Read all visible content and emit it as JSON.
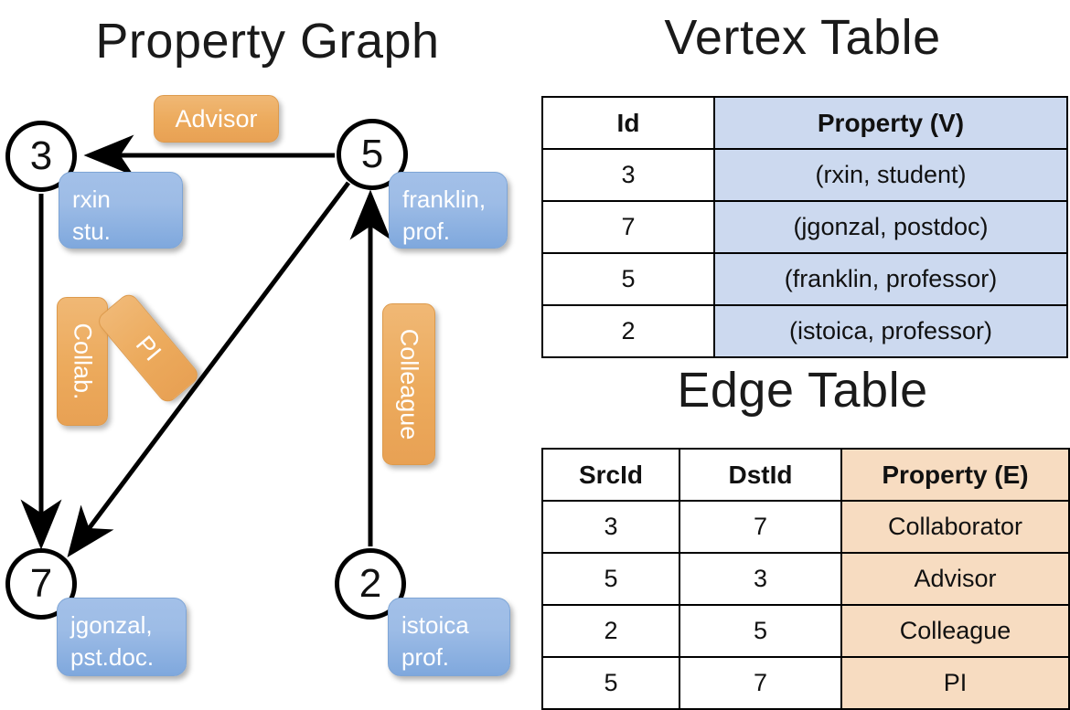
{
  "titles": {
    "property_graph": "Property Graph",
    "vertex_table": "Vertex Table",
    "edge_table": "Edge Table"
  },
  "graph": {
    "nodes": [
      {
        "id": "3",
        "property": "rxin\nstu."
      },
      {
        "id": "5",
        "property": "franklin,\nprof."
      },
      {
        "id": "7",
        "property": "jgonzal,\npst.doc."
      },
      {
        "id": "2",
        "property": "istoica\nprof."
      }
    ],
    "node_labels": {
      "n3": "3",
      "n5": "5",
      "n7": "7",
      "n2": "2"
    },
    "property_boxes": {
      "rxin_line1": "rxin",
      "rxin_line2": "stu.",
      "franklin_line1": "franklin,",
      "franklin_line2": "prof.",
      "jgonzal_line1": "jgonzal,",
      "jgonzal_line2": "pst.doc.",
      "istoica_line1": "istoica",
      "istoica_line2": "prof."
    },
    "edge_chips": {
      "advisor": "Advisor",
      "collab": "Collab.",
      "colleague": "Colleague",
      "pi": "PI"
    },
    "edges": [
      {
        "from": "5",
        "to": "3",
        "label": "Advisor"
      },
      {
        "from": "3",
        "to": "7",
        "label": "Collab."
      },
      {
        "from": "5",
        "to": "7",
        "label": "PI"
      },
      {
        "from": "2",
        "to": "5",
        "label": "Colleague"
      }
    ]
  },
  "vertex_table": {
    "headers": [
      "Id",
      "Property (V)"
    ],
    "rows": [
      {
        "id": "3",
        "property": "(rxin, student)"
      },
      {
        "id": "7",
        "property": "(jgonzal, postdoc)"
      },
      {
        "id": "5",
        "property": "(franklin, professor)"
      },
      {
        "id": "2",
        "property": "(istoica, professor)"
      }
    ]
  },
  "edge_table": {
    "headers": [
      "SrcId",
      "DstId",
      "Property (E)"
    ],
    "rows": [
      {
        "src": "3",
        "dst": "7",
        "property": "Collaborator"
      },
      {
        "src": "5",
        "dst": "3",
        "property": "Advisor"
      },
      {
        "src": "2",
        "dst": "5",
        "property": "Colleague"
      },
      {
        "src": "5",
        "dst": "7",
        "property": "PI"
      }
    ]
  },
  "colors": {
    "vertex_property_fill": "#ccd9ef",
    "edge_property_fill": "#f7dcc1",
    "node_callout_blue": "#8fb3e2",
    "edge_chip_orange": "#eaa858",
    "background": "#ffffff",
    "stroke": "#000000"
  }
}
